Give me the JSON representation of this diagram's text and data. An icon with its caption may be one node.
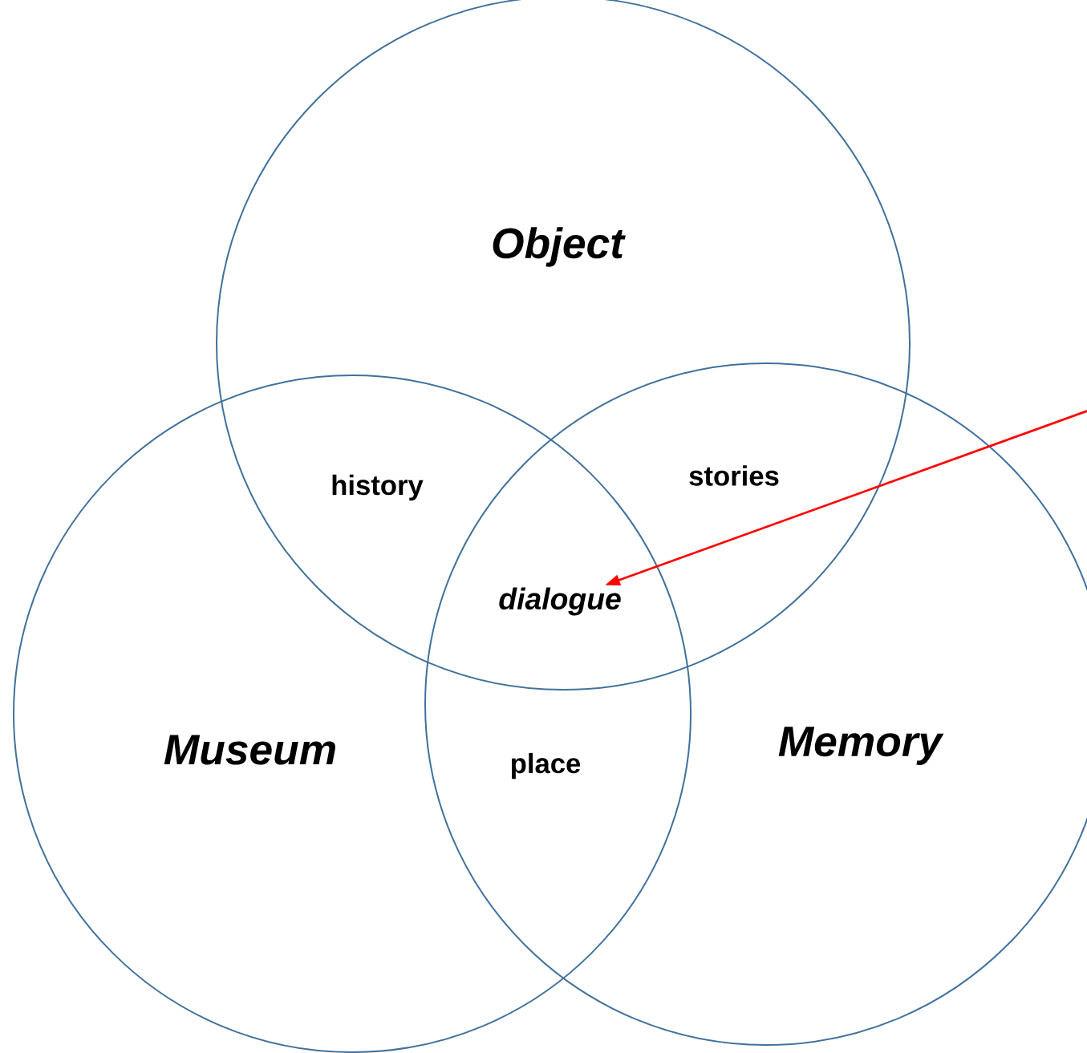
{
  "diagram": {
    "nodes": [
      {
        "text": [
          "Object"
        ]
      },
      {
        "text": [
          "Museum"
        ]
      },
      {
        "text": [
          "Memory"
        ]
      },
      {
        "text": [
          "dialogue"
        ]
      }
    ],
    "edges": [
      {
        "from": null,
        "to": 3,
        "arrow": "to",
        "color": "#ff0000"
      }
    ],
    "labels": [
      "history",
      "stories",
      "place"
    ]
  }
}
